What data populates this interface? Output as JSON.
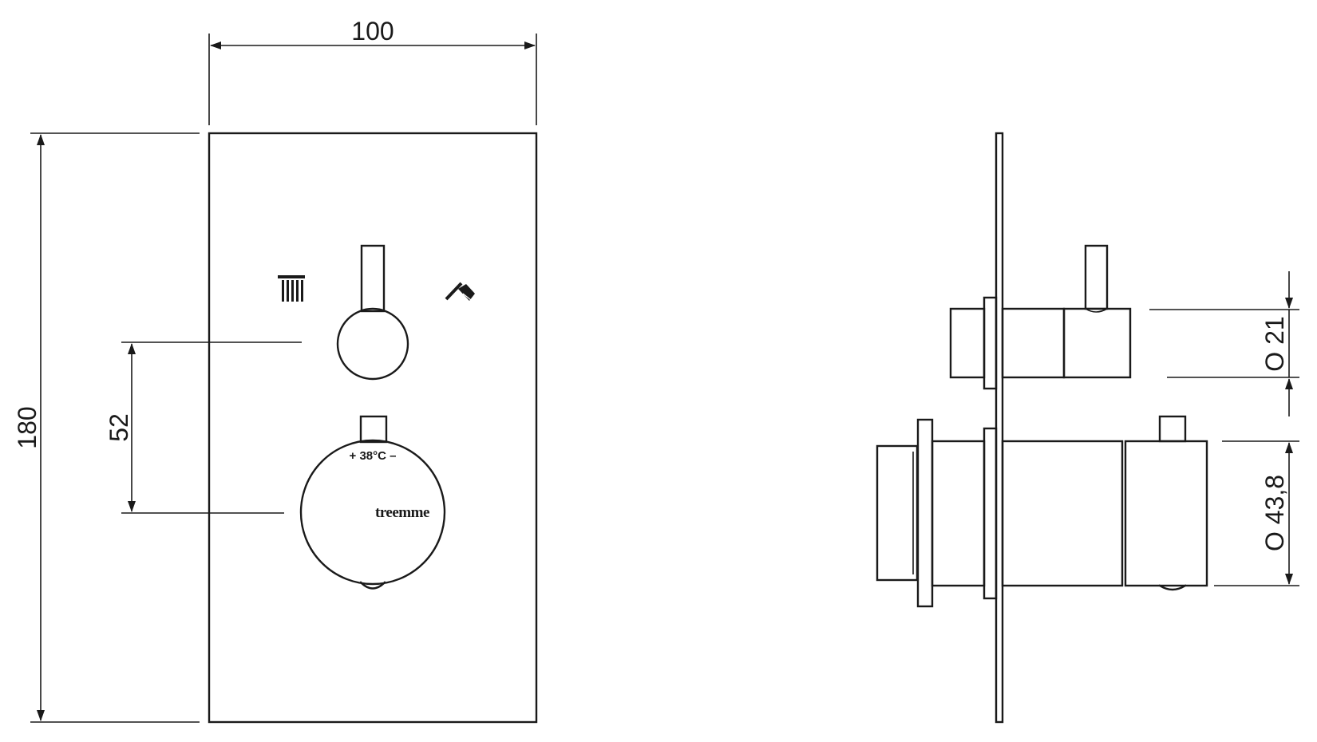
{
  "dimensions": {
    "width": "100",
    "height": "180",
    "spacing": "52",
    "diverter_diameter": "O 21",
    "thermostat_diameter": "O 43,8"
  },
  "dial": {
    "temperature_marking": "+ 38°C –",
    "brand": "treemme"
  },
  "icons": {
    "left": "overhead-shower-icon",
    "right": "hand-shower-icon"
  }
}
